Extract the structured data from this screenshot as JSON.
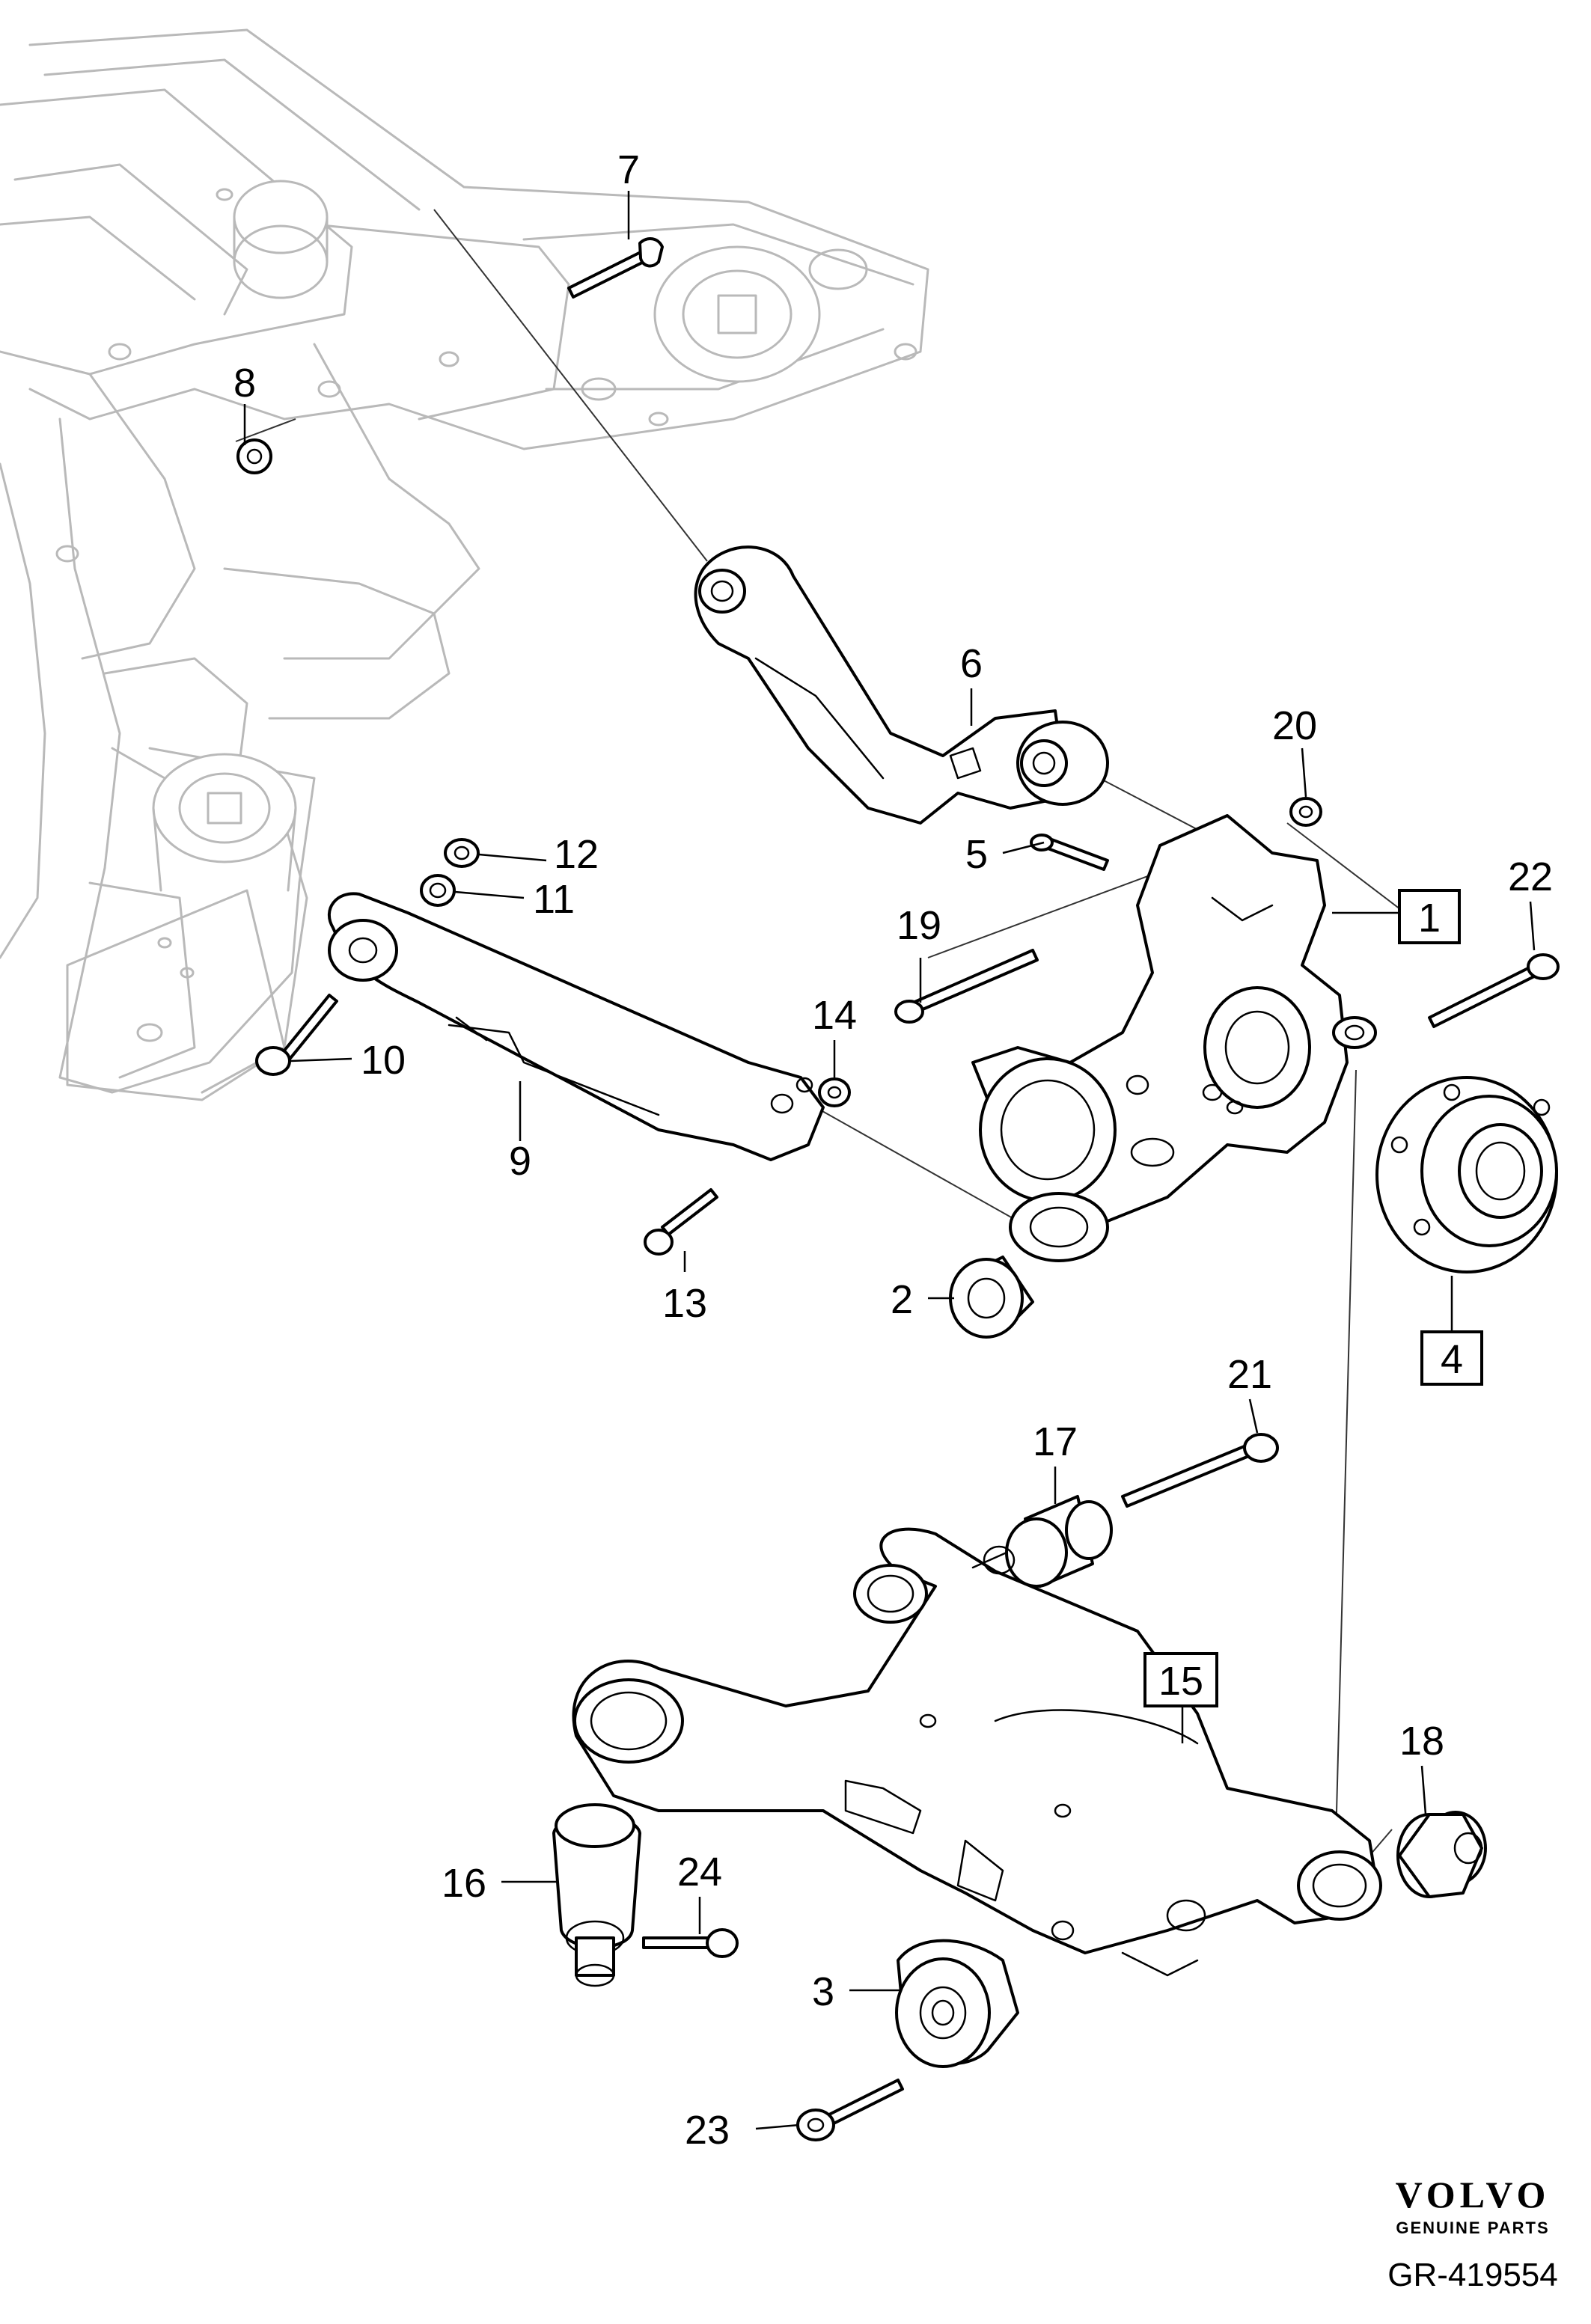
{
  "diagram": {
    "callouts": [
      "1",
      "2",
      "3",
      "4",
      "5",
      "6",
      "7",
      "8",
      "9",
      "10",
      "11",
      "12",
      "13",
      "14",
      "15",
      "16",
      "17",
      "18",
      "19",
      "20",
      "21",
      "22",
      "23",
      "24"
    ],
    "boxed_callouts": [
      "1",
      "4",
      "15"
    ]
  },
  "branding": {
    "logo_text": "VOLVO",
    "logo_subtext": "GENUINE PARTS",
    "reference": "GR-419554"
  },
  "colors": {
    "background": "#ffffff",
    "line": "#000000",
    "faint_line": "#b9b9b9"
  }
}
